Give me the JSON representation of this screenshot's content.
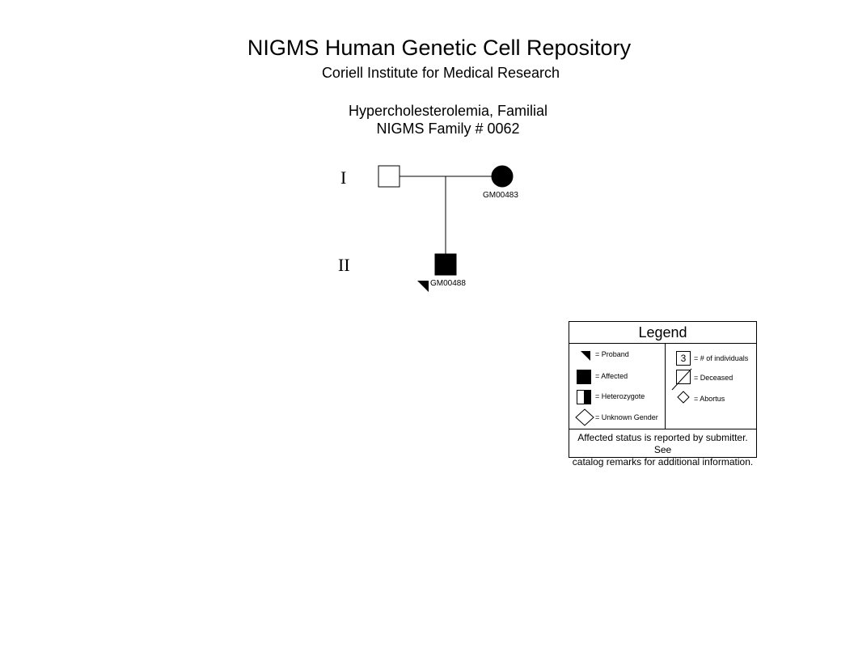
{
  "header": {
    "title": "NIGMS Human Genetic Cell Repository",
    "subtitle": "Coriell Institute for Medical Research"
  },
  "pedigree": {
    "disease": "Hypercholesterolemia, Familial",
    "family": "NIGMS Family # 0062",
    "generations": [
      "I",
      "II"
    ],
    "individuals": [
      {
        "id": "",
        "sex": "male",
        "affected": false,
        "generation": "I"
      },
      {
        "id": "GM00483",
        "sex": "female",
        "affected": true,
        "generation": "I"
      },
      {
        "id": "GM00488",
        "sex": "male",
        "affected": true,
        "proband": true,
        "generation": "II"
      }
    ]
  },
  "legend": {
    "title": "Legend",
    "proband": "= Proband",
    "affected": "= Affected",
    "heterozygote": "= Heterozygote",
    "unknown_gender": "= Unknown Gender",
    "count_value": "3",
    "count": "= # of individuals",
    "deceased": "= Deceased",
    "abortus": "= Abortus",
    "footnote_line1": "Affected status is reported by submitter. See",
    "footnote_line2": "catalog remarks for additional information."
  }
}
